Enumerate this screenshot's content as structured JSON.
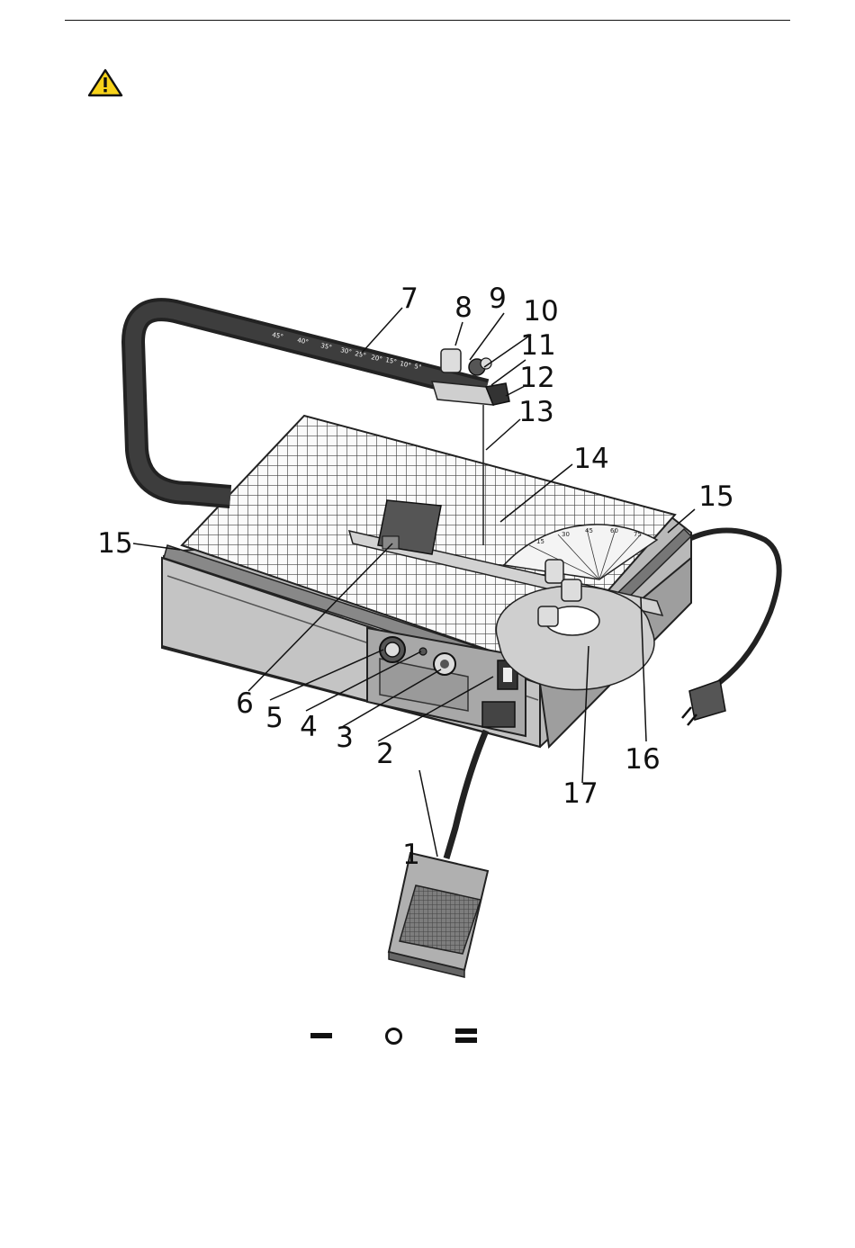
{
  "callouts": [
    {
      "id": "1",
      "label": "1"
    },
    {
      "id": "2",
      "label": "2"
    },
    {
      "id": "3",
      "label": "3"
    },
    {
      "id": "4",
      "label": "4"
    },
    {
      "id": "5",
      "label": "5"
    },
    {
      "id": "6",
      "label": "6"
    },
    {
      "id": "7",
      "label": "7"
    },
    {
      "id": "8",
      "label": "8"
    },
    {
      "id": "9",
      "label": "9"
    },
    {
      "id": "10",
      "label": "10"
    },
    {
      "id": "11",
      "label": "11"
    },
    {
      "id": "12",
      "label": "12"
    },
    {
      "id": "13",
      "label": "13"
    },
    {
      "id": "14",
      "label": "14"
    },
    {
      "id": "15a",
      "label": "15"
    },
    {
      "id": "15b",
      "label": "15"
    },
    {
      "id": "16",
      "label": "16"
    },
    {
      "id": "17",
      "label": "17"
    }
  ],
  "arm_scale": [
    "45°",
    "40°",
    "35°",
    "30°",
    "25°",
    "20°",
    "15°",
    "10°",
    "5°"
  ],
  "protractor_scale": [
    "15",
    "30",
    "45",
    "60",
    "75"
  ],
  "switch_symbols": [
    "I",
    "O",
    "II"
  ],
  "icons": {
    "warning": "warning-triangle-icon"
  }
}
